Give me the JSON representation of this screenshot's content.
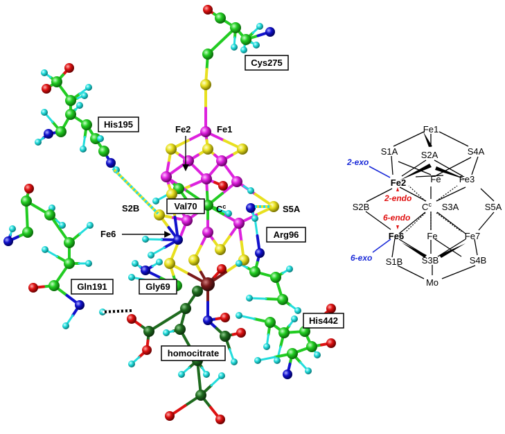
{
  "colors": {
    "carbon": "#22cc22",
    "dark_carbon": "#1f6b1f",
    "oxygen": "#dd1111",
    "nitrogen": "#1111cc",
    "hydrogen": "#22dddd",
    "sulfur": "#e8e020",
    "iron": "#dd22dd",
    "molybdenum": "#7a1a1a",
    "exo": "#1a2ad8",
    "endo": "#e01010"
  },
  "labels": {
    "cys275": "Cys275",
    "his195": "His195",
    "fe2": "Fe2",
    "fe1": "Fe1",
    "s2b": "S2B",
    "val70": "Val70",
    "cc": "C",
    "cc_sup": "c",
    "s5a": "S5A",
    "fe6": "Fe6",
    "arg96": "Arg96",
    "gln191": "Gln191",
    "gly69": "Gly69",
    "his442": "His442",
    "homocitrate": "homocitrate"
  },
  "schematic": {
    "fe1": "Fe1",
    "s1a": "S1A",
    "s2a": "S2A",
    "s4a": "S4A",
    "fe_upper": "Fe",
    "fe2": "Fe2",
    "fe3": "Fe3",
    "exo2": "2-exo",
    "endo2": "2-endo",
    "s2b": "S2B",
    "cc": "C",
    "cc_sup": "c",
    "s3a": "S3A",
    "s5a": "S5A",
    "endo6": "6-endo",
    "fe6": "Fe6",
    "fe_lower": "Fe",
    "fe7": "Fe7",
    "exo6": "6-exo",
    "s1b": "S1B",
    "s3b": "S3B",
    "s4b": "S4B",
    "mo": "Mo"
  }
}
